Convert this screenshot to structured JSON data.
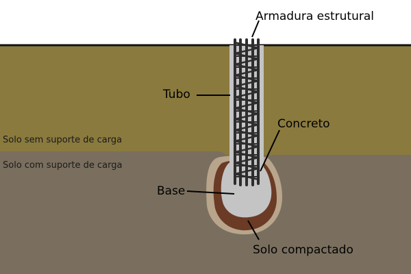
{
  "labels": {
    "rebar": "Armadura estrutural",
    "tube": "Tubo",
    "concrete": "Concreto",
    "base": "Base",
    "compacted_soil": "Solo compactado",
    "soil_no_support": "Solo sem suporte de carga",
    "soil_support": "Solo com suporte de carga"
  },
  "colors": {
    "sky": "#ffffff",
    "upper_soil": "#8a7a3e",
    "lower_soil": "#7a6f5e",
    "compacted_halo": "#b8a58c",
    "compacted_soil": "#6b3b25",
    "concrete": "#c4c4c4",
    "rebar": "#2d2d2d",
    "ground_line": "#111111"
  }
}
